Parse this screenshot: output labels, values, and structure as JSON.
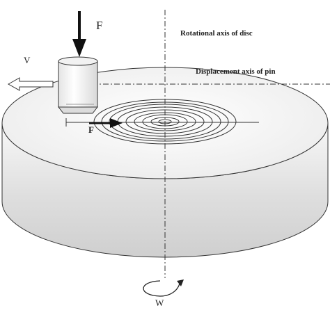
{
  "labels": {
    "force": "F",
    "velocity": "V",
    "friction_force": "F",
    "rotation_speed": "W",
    "rotational_axis": "Rotational axis of disc",
    "displacement_axis": "Displacement axis of pin"
  },
  "colors": {
    "line": "#222222",
    "disc_top": "#f4f4f4",
    "disc_side_dark": "#c9c9c9",
    "disc_side_light": "#f7f7f7",
    "pin_body": "#eeeeee"
  },
  "icons": {
    "rotation_arrow": "curved-rotation-arrow"
  }
}
